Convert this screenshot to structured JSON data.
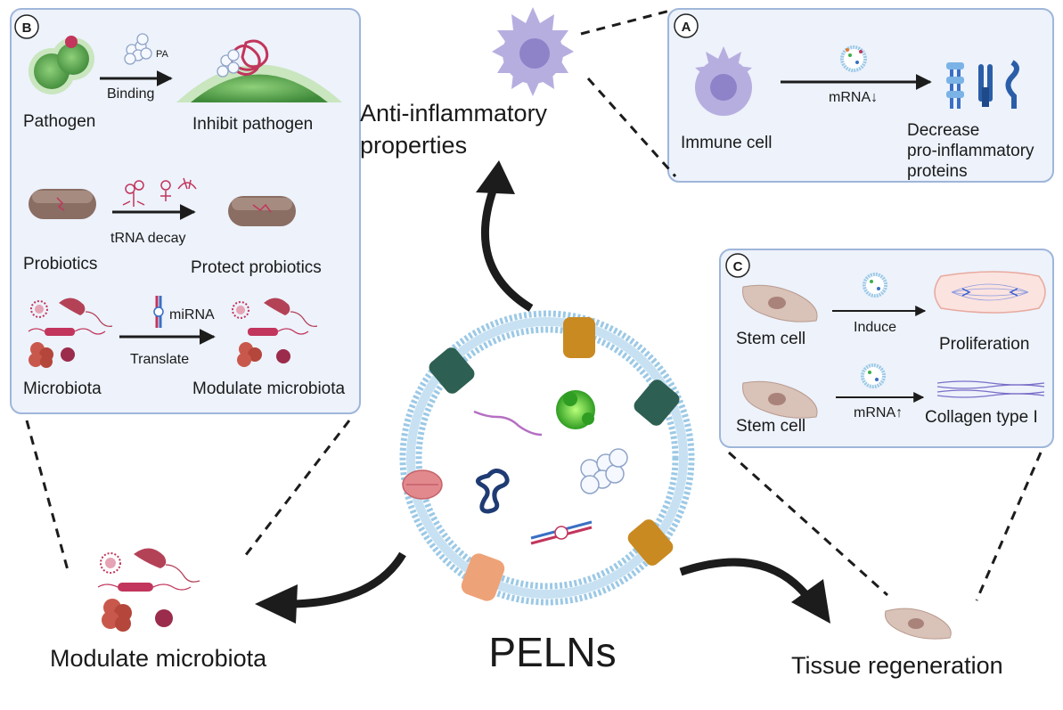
{
  "panel_b": {
    "badge": "B",
    "pathogen": "Pathogen",
    "pa": "PA",
    "binding": "Binding",
    "inhibit": "Inhibit pathogen",
    "probiotics": "Probiotics",
    "trna": "tRNA decay",
    "protect": "Protect probiotics",
    "mirna": "miRNA",
    "translate": "Translate",
    "microbiota": "Microbiota",
    "modulate": "Modulate microbiota"
  },
  "panel_a": {
    "badge": "A",
    "immune_cell": "Immune cell",
    "mrna_down": "mRNA↓",
    "result_line1": "Decrease",
    "result_line2": "pro-inflammatory",
    "result_line3": "proteins"
  },
  "panel_c": {
    "badge": "C",
    "stem_cell_1": "Stem cell",
    "induce": "Induce",
    "proliferation": "Proliferation",
    "stem_cell_2": "Stem cell",
    "mrna_up": "mRNA↑",
    "collagen": "Collagen type I"
  },
  "labels": {
    "anti_line1": "Anti-inflammatory",
    "anti_line2": "properties",
    "modulate_microbiota": "Modulate microbiota",
    "tissue_regeneration": "Tissue regeneration",
    "center": "PELNs"
  },
  "colors": {
    "panel_fill": "#edf2fb",
    "panel_stroke": "#9fb6da",
    "membrane": "#9cc9e6",
    "arrow": "#1c1c1c",
    "immune_cell": "#b7aee0",
    "pathogen": "#6cab5c",
    "microbe": "#b44257"
  }
}
